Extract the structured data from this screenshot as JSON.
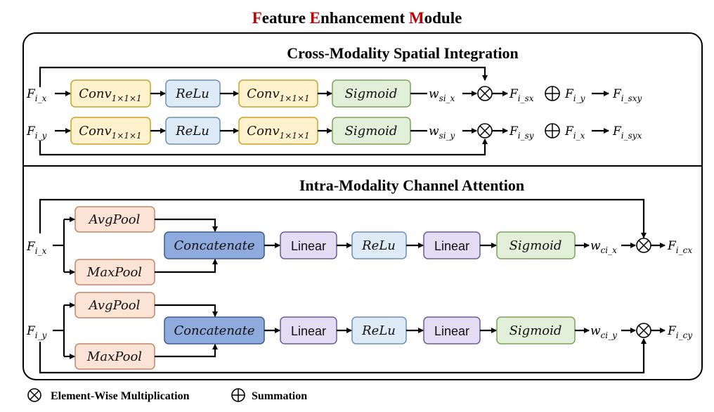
{
  "title": {
    "f": "F",
    "eature": "eature ",
    "e": "E",
    "nhancement": "nhancement ",
    "m": "M",
    "odule": "odule"
  },
  "cross": {
    "title": "Cross-Modality Spatial Integration",
    "rows": [
      {
        "input": "F",
        "input_sub": "i_x",
        "conv1": "Conv",
        "conv_sub": "1×1×1",
        "relu": "ReLu",
        "conv2": "Conv",
        "sigmoid": "Sigmoid",
        "w": "w",
        "w_sub": "si_x",
        "out1": "F",
        "out1_sub": "i_sx",
        "add": "F",
        "add_sub": "i_y",
        "res": "F",
        "res_sub": "i_sxy"
      },
      {
        "input": "F",
        "input_sub": "i_y",
        "conv1": "Conv",
        "conv_sub": "1×1×1",
        "relu": "ReLu",
        "conv2": "Conv",
        "sigmoid": "Sigmoid",
        "w": "w",
        "w_sub": "si_y",
        "out1": "F",
        "out1_sub": "i_sy",
        "add": "F",
        "add_sub": "i_x",
        "res": "F",
        "res_sub": "i_syx"
      }
    ]
  },
  "intra": {
    "title": "Intra-Modality Channel Attention",
    "rows": [
      {
        "input": "F",
        "input_sub": "i_x",
        "avgpool": "AvgPool",
        "maxpool": "MaxPool",
        "concat": "Concatenate",
        "linear1": "Linear",
        "relu": "ReLu",
        "linear2": "Linear",
        "sigmoid": "Sigmoid",
        "w": "w",
        "w_sub": "ci_x",
        "out": "F",
        "out_sub": "i_cx"
      },
      {
        "input": "F",
        "input_sub": "i_y",
        "avgpool": "AvgPool",
        "maxpool": "MaxPool",
        "concat": "Concatenate",
        "linear1": "Linear",
        "relu": "ReLu",
        "linear2": "Linear",
        "sigmoid": "Sigmoid",
        "w": "w",
        "w_sub": "ci_y",
        "out": "F",
        "out_sub": "i_cy"
      }
    ]
  },
  "legend": {
    "mult": "Element-Wise Multiplication",
    "sum": "Summation"
  },
  "colors": {
    "conv_fill": "#fff2cc",
    "conv_stroke": "#c9a227",
    "relu_fill": "#deebf7",
    "relu_stroke": "#6a8fb5",
    "sigmoid_fill": "#e2efd9",
    "sigmoid_stroke": "#7aa35a",
    "pool_fill": "#fbe3d6",
    "pool_stroke": "#c0876a",
    "concat_fill": "#8faadc",
    "concat_stroke": "#3a5a8c",
    "linear_fill": "#e4dcf2",
    "linear_stroke": "#6b5b95",
    "title_highlight": "#c00000"
  }
}
